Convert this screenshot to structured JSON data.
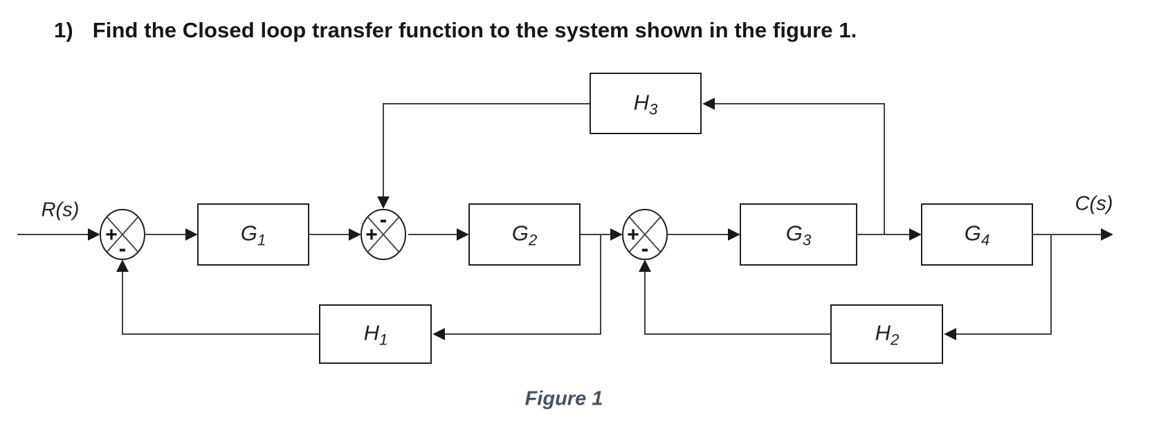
{
  "title": {
    "number": "1)",
    "text": "Find the Closed loop transfer function to the system shown in the figure 1."
  },
  "diagram": {
    "input_label": "R(s)",
    "output_label": "C(s)",
    "blocks": {
      "g1": {
        "base": "G",
        "sub": "1"
      },
      "g2": {
        "base": "G",
        "sub": "2"
      },
      "g3": {
        "base": "G",
        "sub": "3"
      },
      "g4": {
        "base": "G",
        "sub": "4"
      },
      "h1": {
        "base": "H",
        "sub": "1"
      },
      "h2": {
        "base": "H",
        "sub": "2"
      },
      "h3": {
        "base": "H",
        "sub": "3"
      }
    },
    "summing_junctions": [
      {
        "id": "sum1",
        "plus": "+",
        "minus": "-",
        "minus_position": "bottom"
      },
      {
        "id": "sum2",
        "plus": "+",
        "minus": "-",
        "minus_position": "top"
      },
      {
        "id": "sum3",
        "plus": "+",
        "minus": "-",
        "minus_position": "bottom"
      }
    ],
    "caption": "Figure 1"
  },
  "colors": {
    "line": "#404040",
    "block_border": "#1f1f1f",
    "caption_text": "#44546A"
  }
}
